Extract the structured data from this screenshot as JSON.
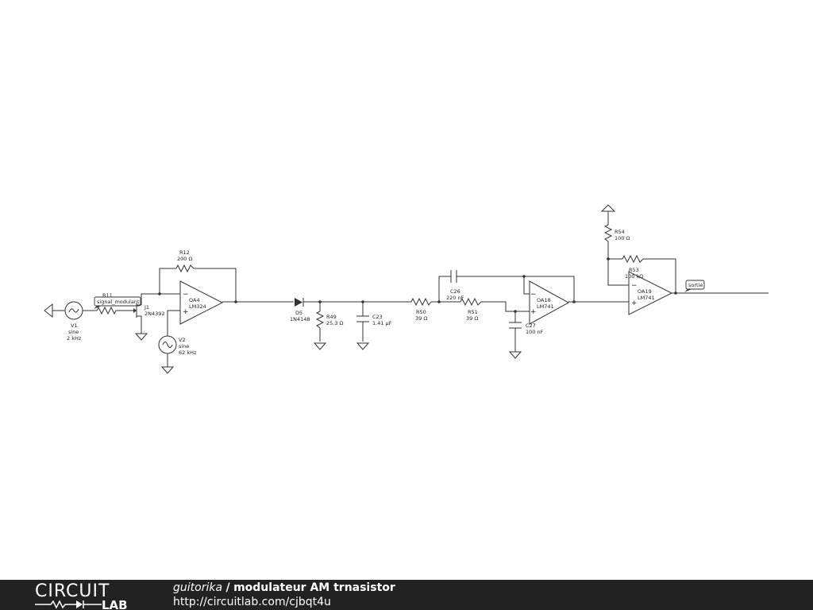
{
  "components": {
    "V1": {
      "name": "V1",
      "type": "sine",
      "value": "2 kHz"
    },
    "V2": {
      "name": "V2",
      "type": "sine",
      "value": "62 kHz"
    },
    "R11": {
      "name": "R11"
    },
    "J1": {
      "name": "J1",
      "part": "2N4392"
    },
    "R12": {
      "name": "R12",
      "value": "200 Ω"
    },
    "OA4": {
      "name": "OA4",
      "part": "LM324"
    },
    "D5": {
      "name": "D5",
      "part": "1N4148"
    },
    "R49": {
      "name": "R49",
      "value": "25.3 Ω"
    },
    "C23": {
      "name": "C23",
      "value": "1.41 µF"
    },
    "R50": {
      "name": "R50",
      "value": "39 Ω"
    },
    "C26": {
      "name": "C26",
      "value": "220 nF"
    },
    "R51": {
      "name": "R51",
      "value": "39 Ω"
    },
    "C27": {
      "name": "C27",
      "value": "100 nF"
    },
    "OA18": {
      "name": "OA18",
      "part": "LM741"
    },
    "R54": {
      "name": "R54",
      "value": "100 Ω"
    },
    "R53": {
      "name": "R53",
      "value": "100 kΩ"
    },
    "OA19": {
      "name": "OA19",
      "part": "LM741"
    }
  },
  "net_labels": {
    "modulating": "signal_modulant",
    "output": "sortie"
  },
  "opamp_signs": {
    "minus": "−",
    "plus": "+"
  },
  "footer": {
    "logo_top": "CIRCUIT",
    "logo_bottom": "LAB",
    "author": "guitorika",
    "separator": "/",
    "title": "modulateur AM trnasistor",
    "url": "http://circuitlab.com/cjbqt4u"
  }
}
